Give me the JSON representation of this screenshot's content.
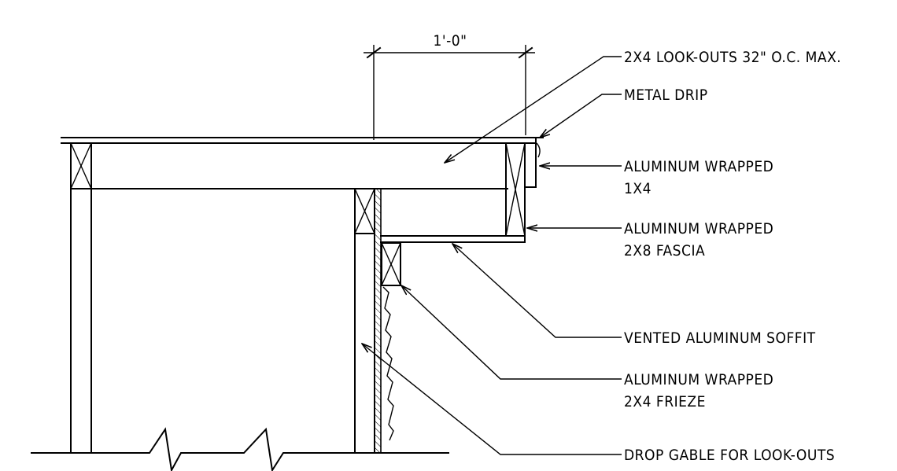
{
  "dimension": {
    "text": "1'-0\""
  },
  "labels": {
    "lookouts": "2X4 LOOK-OUTS 32\" O.C. MAX.",
    "metal_drip": "METAL DRIP",
    "wrapped_1x4_line1": "ALUMINUM WRAPPED",
    "wrapped_1x4_line2": "1X4",
    "fascia_line1": "ALUMINUM WRAPPED",
    "fascia_line2": "2X8 FASCIA",
    "soffit": "VENTED ALUMINUM SOFFIT",
    "frieze_line1": "ALUMINUM WRAPPED",
    "frieze_line2": "2X4 FRIEZE",
    "drop_gable": "DROP GABLE FOR LOOK-OUTS"
  }
}
